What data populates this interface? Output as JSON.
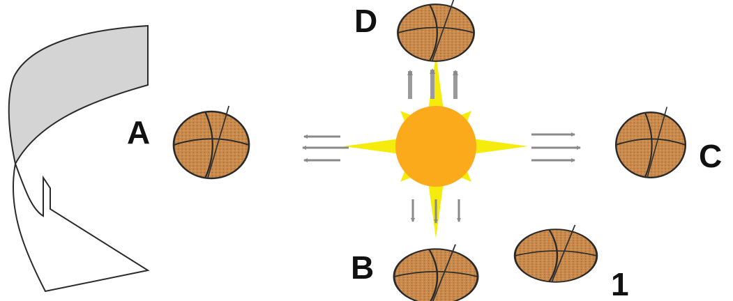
{
  "labels": {
    "a": "A",
    "b": "B",
    "c": "C",
    "d": "D",
    "one": "1"
  },
  "colors": {
    "sun_core": "#FBAA1C",
    "sun_rays": "#F5EB0C",
    "planet_fill": "#C98A4B",
    "planet_stroke": "#2A2A2A",
    "arrow_big_fill": "#D4D4D4",
    "arrow_small_fill": "#FFFFFF",
    "light_arrows": "#8A8A8A"
  },
  "icons": {
    "sun": "sun-icon",
    "planet": "planet-icon",
    "rotation_arrow": "curved-arrow-icon"
  }
}
